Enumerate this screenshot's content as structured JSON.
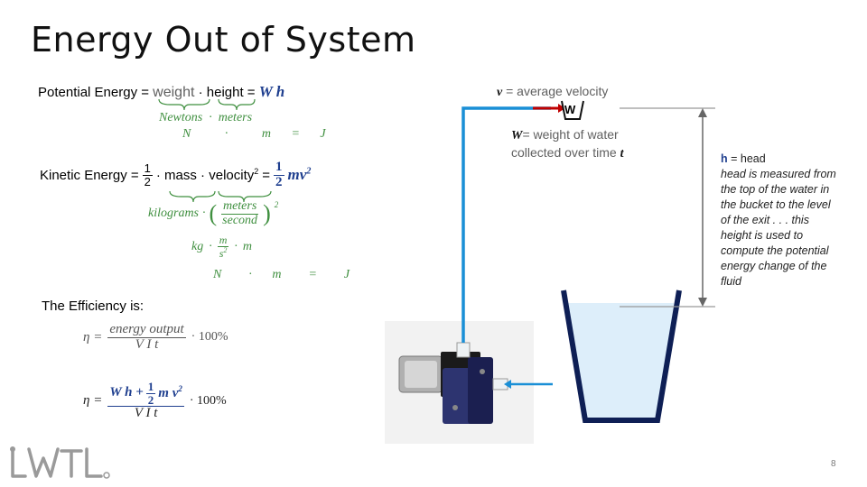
{
  "slide": {
    "title": "Energy Out of System",
    "page_number": "8"
  },
  "potential": {
    "label": "Potential Energy =",
    "weight": "weight",
    "dot": "·",
    "height": "height =",
    "result": "W h",
    "units_row1_a": "Newtons",
    "units_row1_dot": "·",
    "units_row1_b": "meters",
    "units_row2_a": "N",
    "units_row2_dot": "·",
    "units_row2_b": "m",
    "units_row2_eq": "=",
    "units_row2_c": "J"
  },
  "kinetic": {
    "label": "Kinetic Energy =",
    "frac_num": "1",
    "frac_den": "2",
    "mass": "· mass · velocity",
    "exp": "2",
    "eq": "=",
    "res_num": "1",
    "res_den": "2",
    "res_var": "mv",
    "res_exp": "2",
    "units_kg": "kilograms",
    "units_dot": "·",
    "units_meters": "meters",
    "units_second": "second",
    "units_sq": "2",
    "units_kg2": "kg",
    "units_dot2": "·",
    "units_m": "m",
    "units_s2": "s",
    "units_s2exp": "2",
    "units_dot3": "·",
    "units_m2": "m",
    "units_N": "N",
    "units_dot4": "·",
    "units_m3": "m",
    "units_eq": "=",
    "units_J": "J"
  },
  "efficiency": {
    "label": "The Efficiency is:",
    "eta1": "η =",
    "f1_num": "energy output",
    "f1_den": "V I t",
    "f1_tail": "· 100%",
    "eta2": "η =",
    "f2_num_a": "W h +",
    "f2_num_frac_n": "1",
    "f2_num_frac_d": "2",
    "f2_num_b": "m v",
    "f2_num_exp": "2",
    "f2_den": "V I t",
    "f2_tail": "· 100%"
  },
  "diagram": {
    "v_label_var": "v",
    "v_label_text": "= average velocity",
    "bucket_label": "W",
    "W_label_var": "W",
    "W_label_text": "= weight of water",
    "W_label_text2": "collected over time",
    "W_label_t": "t",
    "head_h": "h",
    "head_label": "= head",
    "head_note": [
      "head is measured from",
      "the top of the water in",
      "the bucket to the level",
      "of the exit . . . this",
      "height is used to",
      "compute the potential",
      "energy change of the",
      "fluid"
    ]
  },
  "logo": {
    "text": "LWTL"
  },
  "colors": {
    "pipe": "#1a8fd6",
    "bucket": "#0e1f55",
    "water": "#ddeefa",
    "arrow_red": "#c00000",
    "green": "#3f8f3f"
  }
}
